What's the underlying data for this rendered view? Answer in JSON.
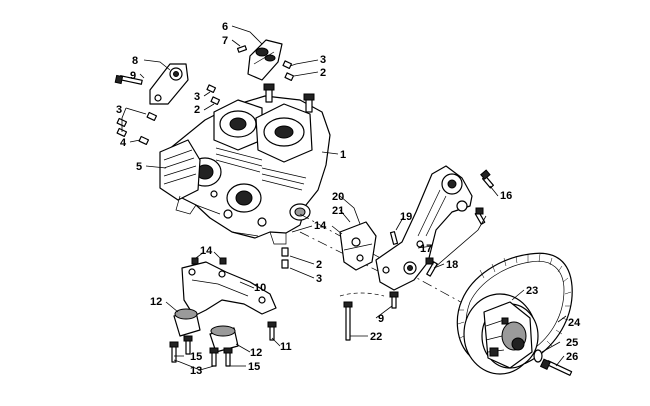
{
  "callouts": {
    "c1": "1",
    "c2a": "2",
    "c2b": "2",
    "c2c": "2",
    "c3a": "3",
    "c3b": "3",
    "c3c": "3",
    "c3d": "3",
    "c4": "4",
    "c5": "5",
    "c6": "6",
    "c7": "7",
    "c8": "8",
    "c9a": "9",
    "c9b": "9",
    "c10": "10",
    "c11": "11",
    "c12a": "12",
    "c12b": "12",
    "c13": "13",
    "c14a": "14",
    "c14b": "14",
    "c15a": "15",
    "c15b": "15",
    "c16": "16",
    "c17": "17",
    "c18": "18",
    "c19": "19",
    "c20": "20",
    "c21": "21",
    "c22": "22",
    "c23": "23",
    "c24": "24",
    "c25": "25",
    "c26": "26"
  }
}
